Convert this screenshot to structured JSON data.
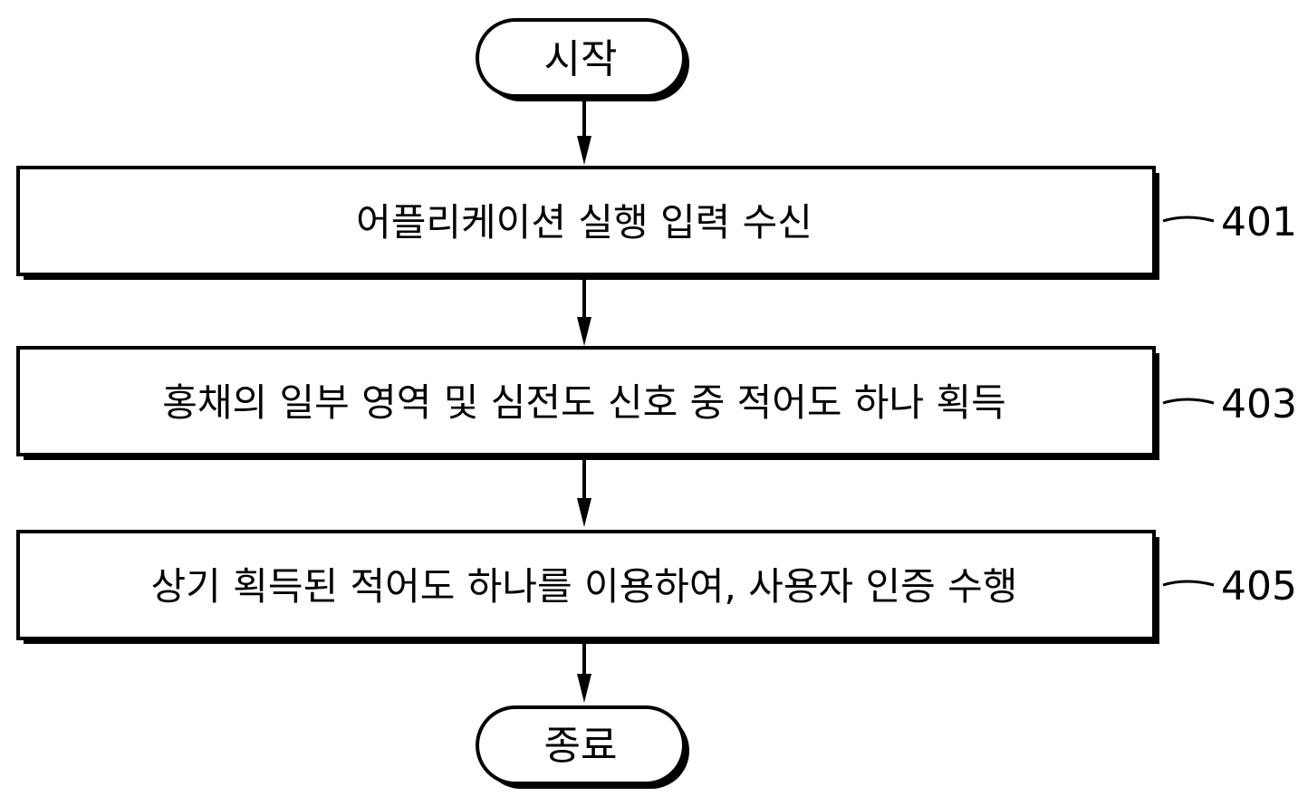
{
  "flowchart": {
    "start": {
      "label": "시작"
    },
    "end": {
      "label": "종료"
    },
    "steps": [
      {
        "id": "401",
        "label": "어플리케이션 실행 입력 수신"
      },
      {
        "id": "403",
        "label": "홍채의 일부 영역 및 심전도 신호 중 적어도 하나 획득"
      },
      {
        "id": "405",
        "label": "상기 획득된 적어도 하나를 이용하여, 사용자 인증 수행"
      }
    ]
  }
}
